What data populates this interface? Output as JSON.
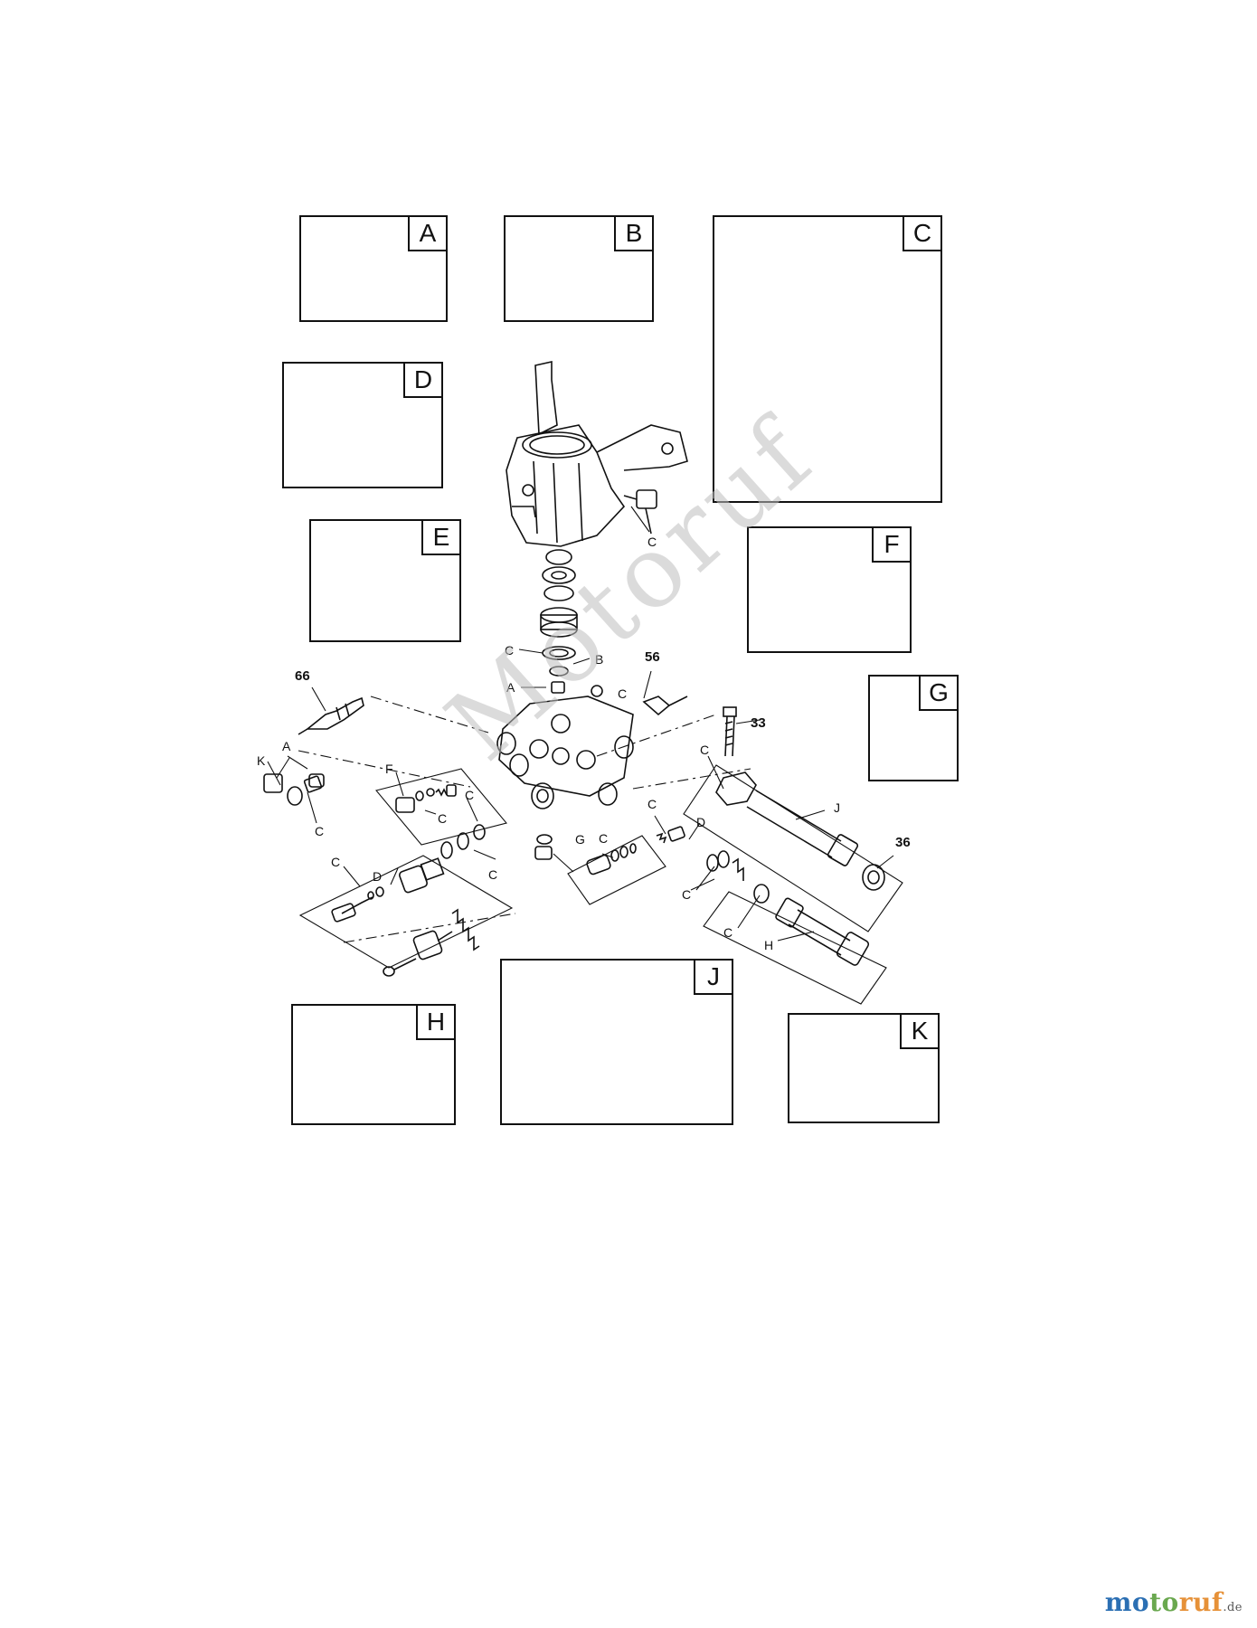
{
  "kits": [
    "A",
    "B",
    "C",
    "D",
    "E",
    "F",
    "G",
    "H",
    "J",
    "K"
  ],
  "callouts": [
    "C",
    "C",
    "B",
    "A",
    "C",
    "A",
    "K",
    "C",
    "F",
    "C",
    "C",
    "D",
    "C",
    "C",
    "G",
    "C",
    "C",
    "D",
    "C",
    "J",
    "C",
    "C",
    "H"
  ],
  "part_numbers": [
    "56",
    "66",
    "33",
    "36"
  ],
  "watermark": "Motoruf",
  "brand": {
    "part1": "mo",
    "part2": "to",
    "part3": "ruf",
    "suffix": ".de"
  }
}
